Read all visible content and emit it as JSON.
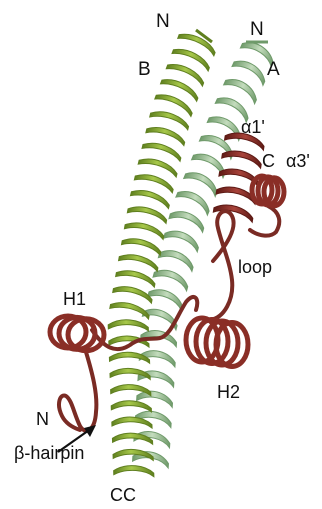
{
  "labels": {
    "chain_b_n": "N",
    "chain_a_n": "N",
    "chain_b": "B",
    "chain_a": "A",
    "alpha1": "α1'",
    "c_red": "C",
    "alpha3": "α3'",
    "loop": "loop",
    "h1": "H1",
    "h2": "H2",
    "n_hairpin": "N",
    "beta_hairpin": "β-hairpin",
    "c_bottom": "CC"
  },
  "colors": {
    "helix_b": "#8fb33a",
    "helix_b_dark": "#5f7f1f",
    "helix_a": "#a9cba2",
    "helix_a_dark": "#6f9a6a",
    "red_domain": "#8a2e26",
    "red_domain_dark": "#5e1a15",
    "coil": "#7a2b24"
  }
}
